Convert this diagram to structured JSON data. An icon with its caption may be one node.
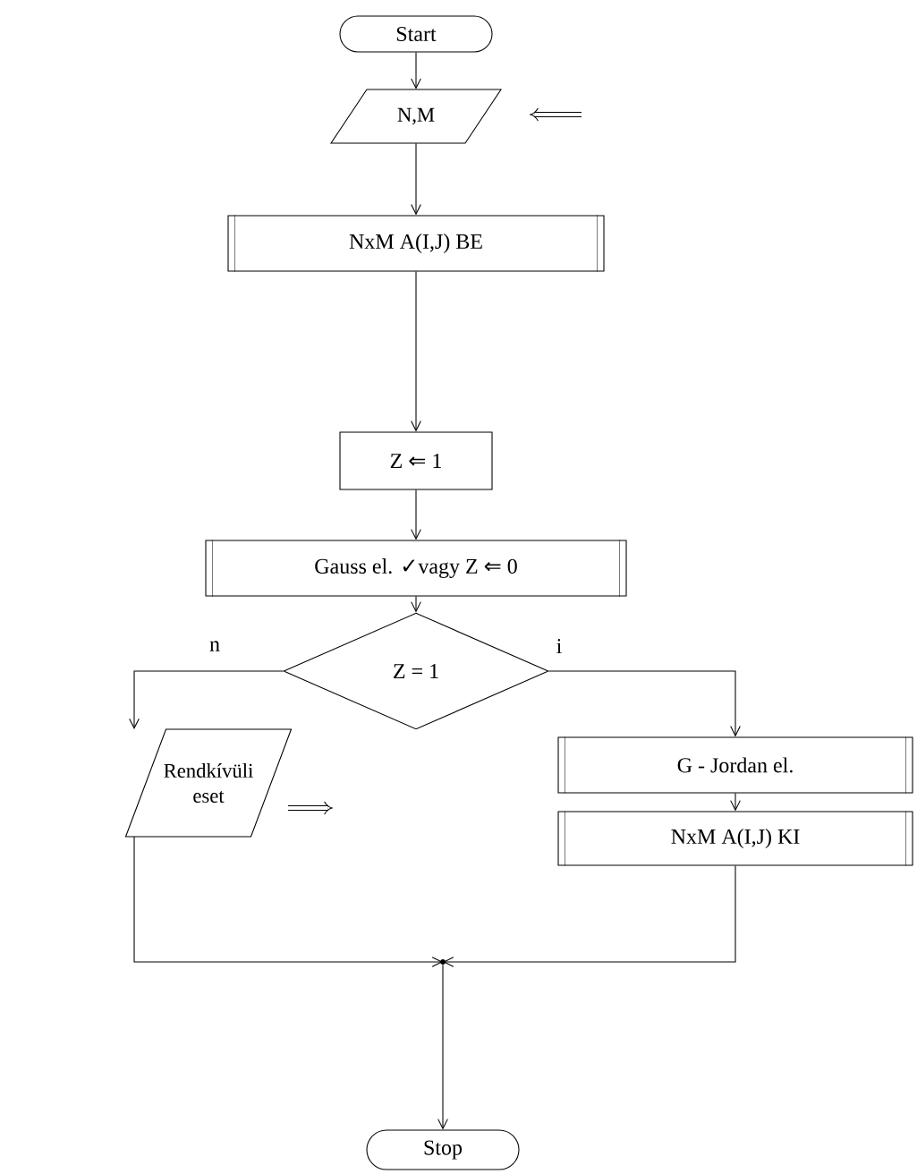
{
  "diagram": {
    "nodes": [
      {
        "text": [
          "Start"
        ]
      },
      {
        "text": [
          "N,M"
        ]
      },
      {
        "text": [
          "NxM A(I,J) BE"
        ]
      },
      {
        "text": [
          "Z ⇐ 1"
        ]
      },
      {
        "text": [
          "Gauss el. ✓vagy   Z ⇐ 0"
        ]
      },
      {
        "text": [
          "Z  =  1"
        ]
      },
      {
        "text": [
          "G - Jordan el."
        ]
      },
      {
        "text": [
          "NxM A(I,J) KI"
        ]
      },
      {
        "text": [
          "Rendkívüli eset"
        ]
      },
      {
        "text": [],
        "shape": "circle"
      },
      {
        "text": [
          "Stop"
        ]
      }
    ],
    "edges": [
      {
        "from": 0,
        "to": 1,
        "arrow": "to"
      },
      {
        "from": 1,
        "to": 2,
        "arrow": "to"
      },
      {
        "from": 2,
        "to": 3,
        "arrow": "to"
      },
      {
        "from": 3,
        "to": 4,
        "arrow": "to"
      },
      {
        "from": 4,
        "to": 5,
        "arrow": "to"
      },
      {
        "from": 5,
        "to": 8,
        "arrow": "to",
        "label": "n"
      },
      {
        "from": 5,
        "to": 6,
        "arrow": "to",
        "label": "i"
      },
      {
        "from": 6,
        "to": 7,
        "arrow": "to"
      },
      {
        "from": 8,
        "to": 9,
        "arrow": "to"
      },
      {
        "from": 7,
        "to": 9,
        "arrow": "to"
      },
      {
        "from": 9,
        "to": 10,
        "arrow": "to"
      }
    ]
  }
}
